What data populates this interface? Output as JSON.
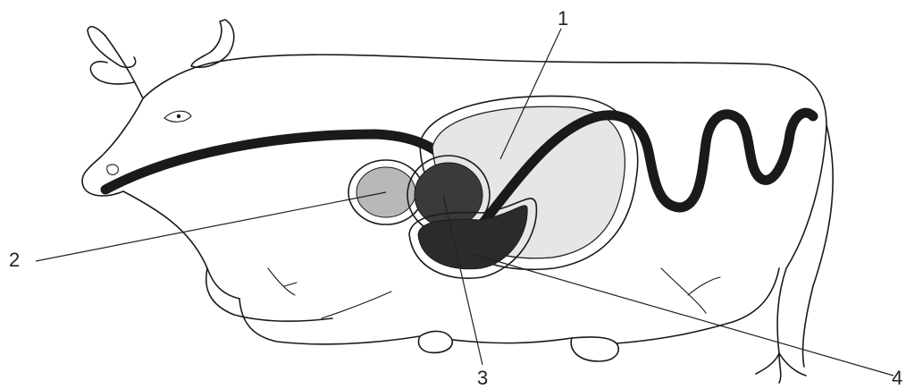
{
  "diagram": {
    "labels": [
      {
        "id": "1",
        "text": "1"
      },
      {
        "id": "2",
        "text": "2"
      },
      {
        "id": "3",
        "text": "3"
      },
      {
        "id": "4",
        "text": "4"
      }
    ],
    "colors": {
      "line": "#1a1a1a",
      "rumen_fill": "#e6e6e6",
      "reticulum_fill": "#b8b8b8",
      "omasum_fill": "#3a3a3a",
      "abomasum_fill": "#2b2b2b"
    }
  }
}
